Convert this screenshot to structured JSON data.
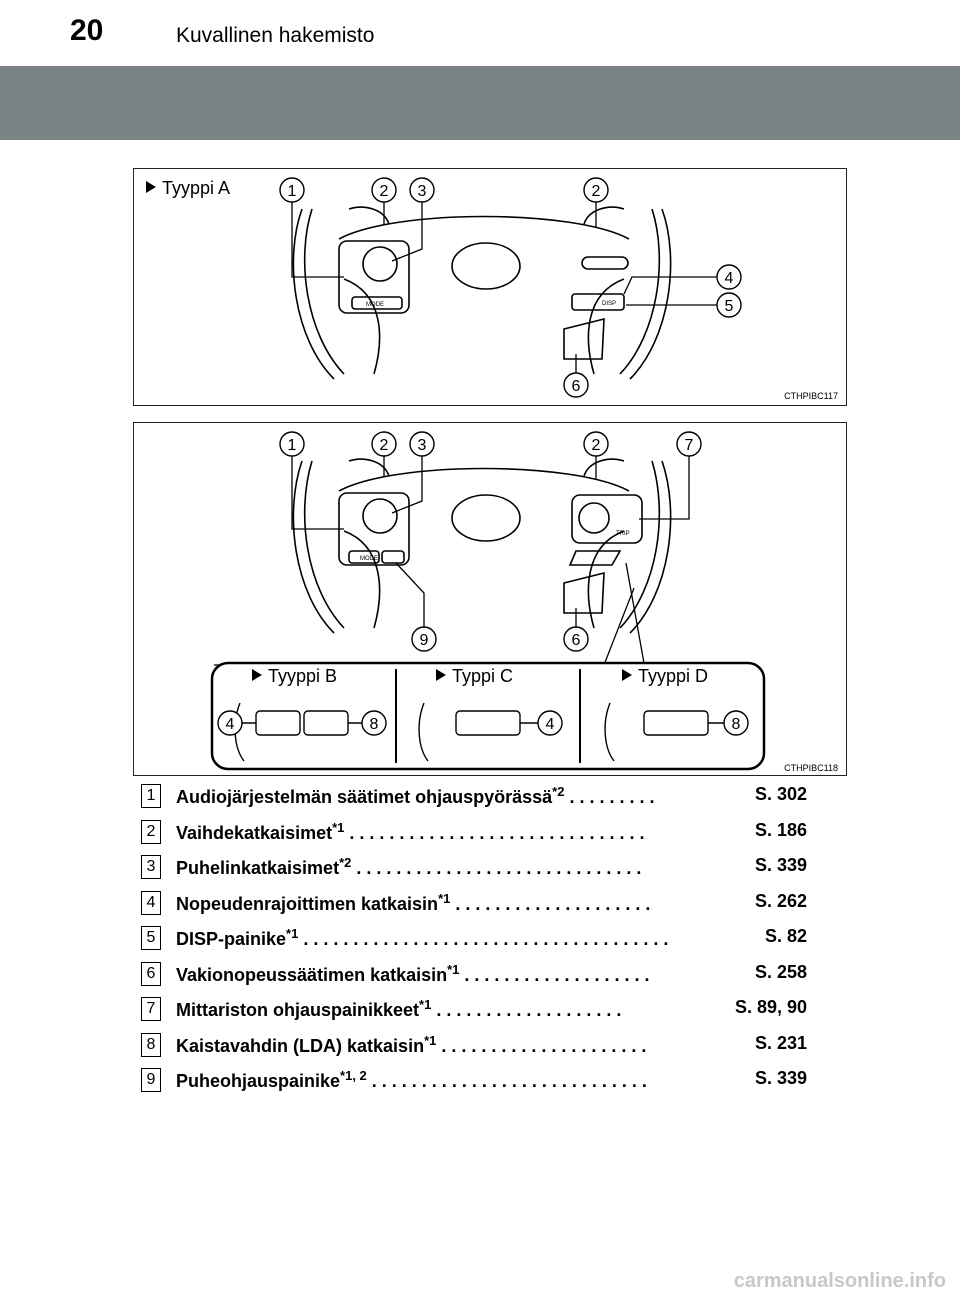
{
  "header": {
    "page_number": "20",
    "section_title": "Kuvallinen hakemisto"
  },
  "figure_a": {
    "type_label": "Tyyppi A",
    "code": "CTHPIBC117",
    "callouts": [
      "1",
      "2",
      "3",
      "2",
      "4",
      "5",
      "6"
    ],
    "button_texts": [
      "MODE",
      "DISP"
    ]
  },
  "figure_b": {
    "code": "CTHPIBC118",
    "callouts": [
      "1",
      "2",
      "3",
      "2",
      "7",
      "9",
      "6"
    ],
    "button_texts": [
      "MODE",
      "TRIP"
    ],
    "insets": [
      {
        "label": "Tyyppi B",
        "callouts": [
          "4",
          "8"
        ]
      },
      {
        "label": "Typpi C",
        "callouts": [
          "4"
        ]
      },
      {
        "label": "Tyyppi D",
        "callouts": [
          "8"
        ]
      }
    ]
  },
  "items": [
    {
      "num": "1",
      "label": "Audiojärjestelmän säätimet ohjauspyörässä",
      "sup": "*2",
      "page": "S. 302"
    },
    {
      "num": "2",
      "label": "Vaihdekatkaisimet",
      "sup": "*1",
      "page": "S. 186"
    },
    {
      "num": "3",
      "label": "Puhelinkatkaisimet",
      "sup": "*2",
      "page": "S. 339"
    },
    {
      "num": "4",
      "label": "Nopeudenrajoittimen katkaisin",
      "sup": "*1",
      "page": "S. 262"
    },
    {
      "num": "5",
      "label": "DISP-painike",
      "sup": "*1",
      "page": "S. 82"
    },
    {
      "num": "6",
      "label": "Vakionopeussäätimen katkaisin",
      "sup": "*1",
      "page": "S. 258"
    },
    {
      "num": "7",
      "label": "Mittariston ohjauspainikkeet",
      "sup": "*1",
      "page": "S. 89, 90"
    },
    {
      "num": "8",
      "label": "Kaistavahdin (LDA) katkaisin",
      "sup": "*1",
      "page": "S. 231"
    },
    {
      "num": "9",
      "label": "Puheohjauspainike",
      "sup": "*1, 2",
      "page": "S. 339"
    }
  ],
  "footer": {
    "watermark": "carmanualsonline.info"
  }
}
